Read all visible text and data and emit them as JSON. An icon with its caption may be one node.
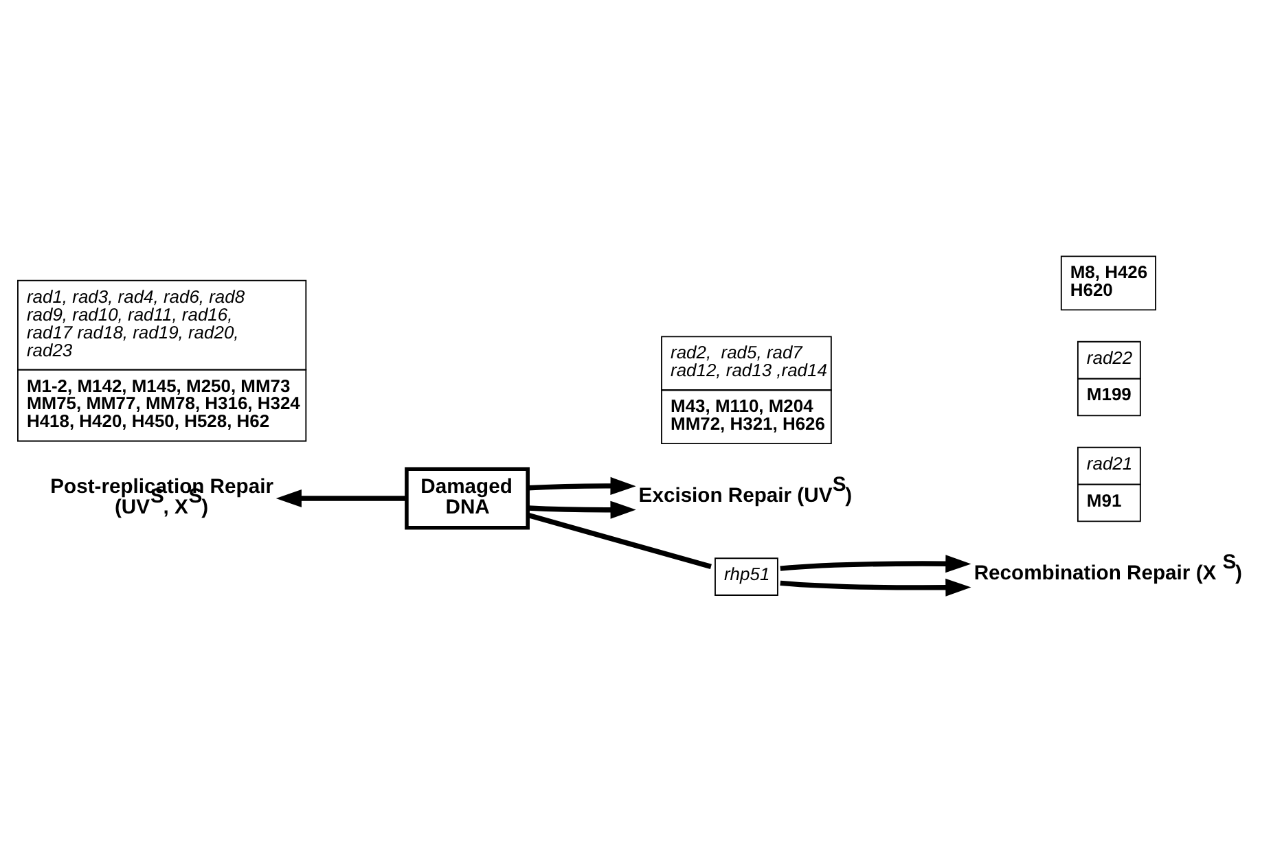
{
  "diagram": {
    "nodes": [
      {
        "text": [
          "Damaged DNA"
        ]
      },
      {
        "text": [
          "Post-replication Repair (UV$^{S}$, X$^{S}$)"
        ]
      },
      {
        "text": [
          "Excision Repair (UV$^{S}$)"
        ]
      },
      {
        "text": [
          "Recombination Repair (X $^{S}$)"
        ]
      },
      {
        "text": [
          "rad1, rad3, rad4, rad6, rad8 rad9, rad10, rad11, rad16, rad17 rad18, rad19, rad20, rad23",
          "M1-2, M142, M145, M250, MM73 MM75, MM77, MM78, H316, H324 H418, H420, H450, H528, H62"
        ]
      },
      {
        "text": [
          "rad2,  rad5, rad7 rad12, rad13 ,rad14",
          "M43, M110, M204 MM72, H321, H626"
        ]
      },
      {
        "text": [
          "rhp51"
        ]
      },
      {
        "text": [
          "rad21",
          "M91"
        ]
      },
      {
        "text": [
          "rad22",
          "M199"
        ]
      },
      {
        "text": [
          "M8, H426 H620"
        ]
      }
    ],
    "edges": [
      {
        "from": 0,
        "to": 1,
        "arrow": "to"
      },
      {
        "from": 0,
        "to": 2,
        "arrow": "to"
      },
      {
        "from": 0,
        "to": 2,
        "arrow": "to"
      },
      {
        "from": 0,
        "to": 6,
        "arrow": "none"
      },
      {
        "from": 6,
        "to": 3,
        "arrow": "to"
      },
      {
        "from": 6,
        "to": 3,
        "arrow": "to"
      }
    ]
  }
}
